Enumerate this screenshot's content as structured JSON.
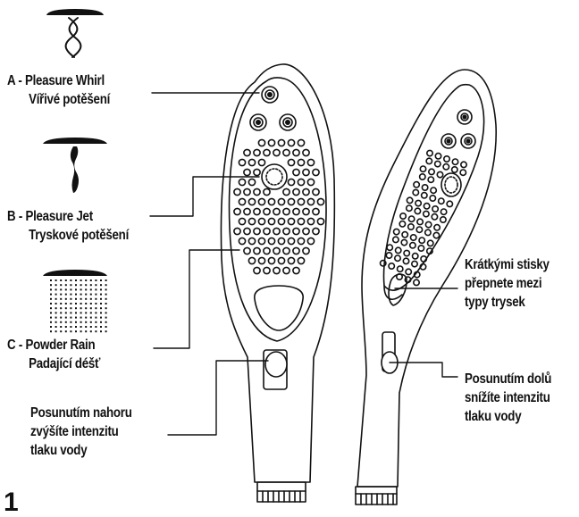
{
  "modes": [
    {
      "id": "A",
      "line1": "A - Pleasure Whirl",
      "line2": "Vířivé potěšení",
      "icon": "whirl-spray-icon"
    },
    {
      "id": "B",
      "line1": "B - Pleasure Jet",
      "line2": "Tryskové potěšení",
      "icon": "jet-spray-icon"
    },
    {
      "id": "C",
      "line1": "C - Powder Rain",
      "line2": "Padající déšť",
      "icon": "rain-spray-icon"
    }
  ],
  "notes": {
    "slide_up": [
      "Posunutím nahoru",
      "zvýšíte intenzitu",
      "tlaku vody"
    ],
    "short_press": [
      "Krátkými stisky",
      "přepnete mezi",
      "typy trysek"
    ],
    "slide_down": [
      "Posunutím dolů",
      "snížíte intenzitu",
      "tlaku vody"
    ]
  },
  "page_number": "1",
  "colors": {
    "ink": "#111111",
    "background": "#ffffff"
  }
}
